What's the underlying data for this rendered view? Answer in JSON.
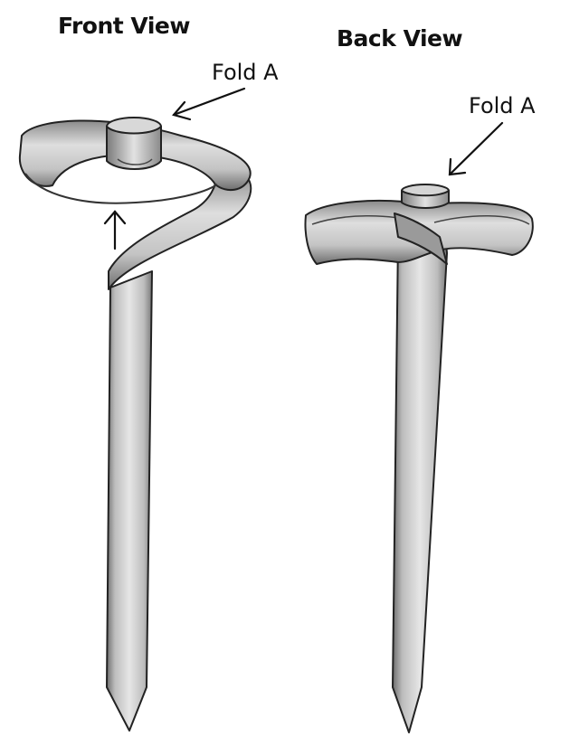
{
  "front": {
    "title": "Front View",
    "fold_label": "Fold A"
  },
  "back": {
    "title": "Back View",
    "fold_label": "Fold A"
  },
  "colors": {
    "ink": "#111111",
    "ribbon_light": "#e6e6e6",
    "ribbon_mid": "#bdbdbd",
    "ribbon_dark": "#6e6e6e"
  }
}
